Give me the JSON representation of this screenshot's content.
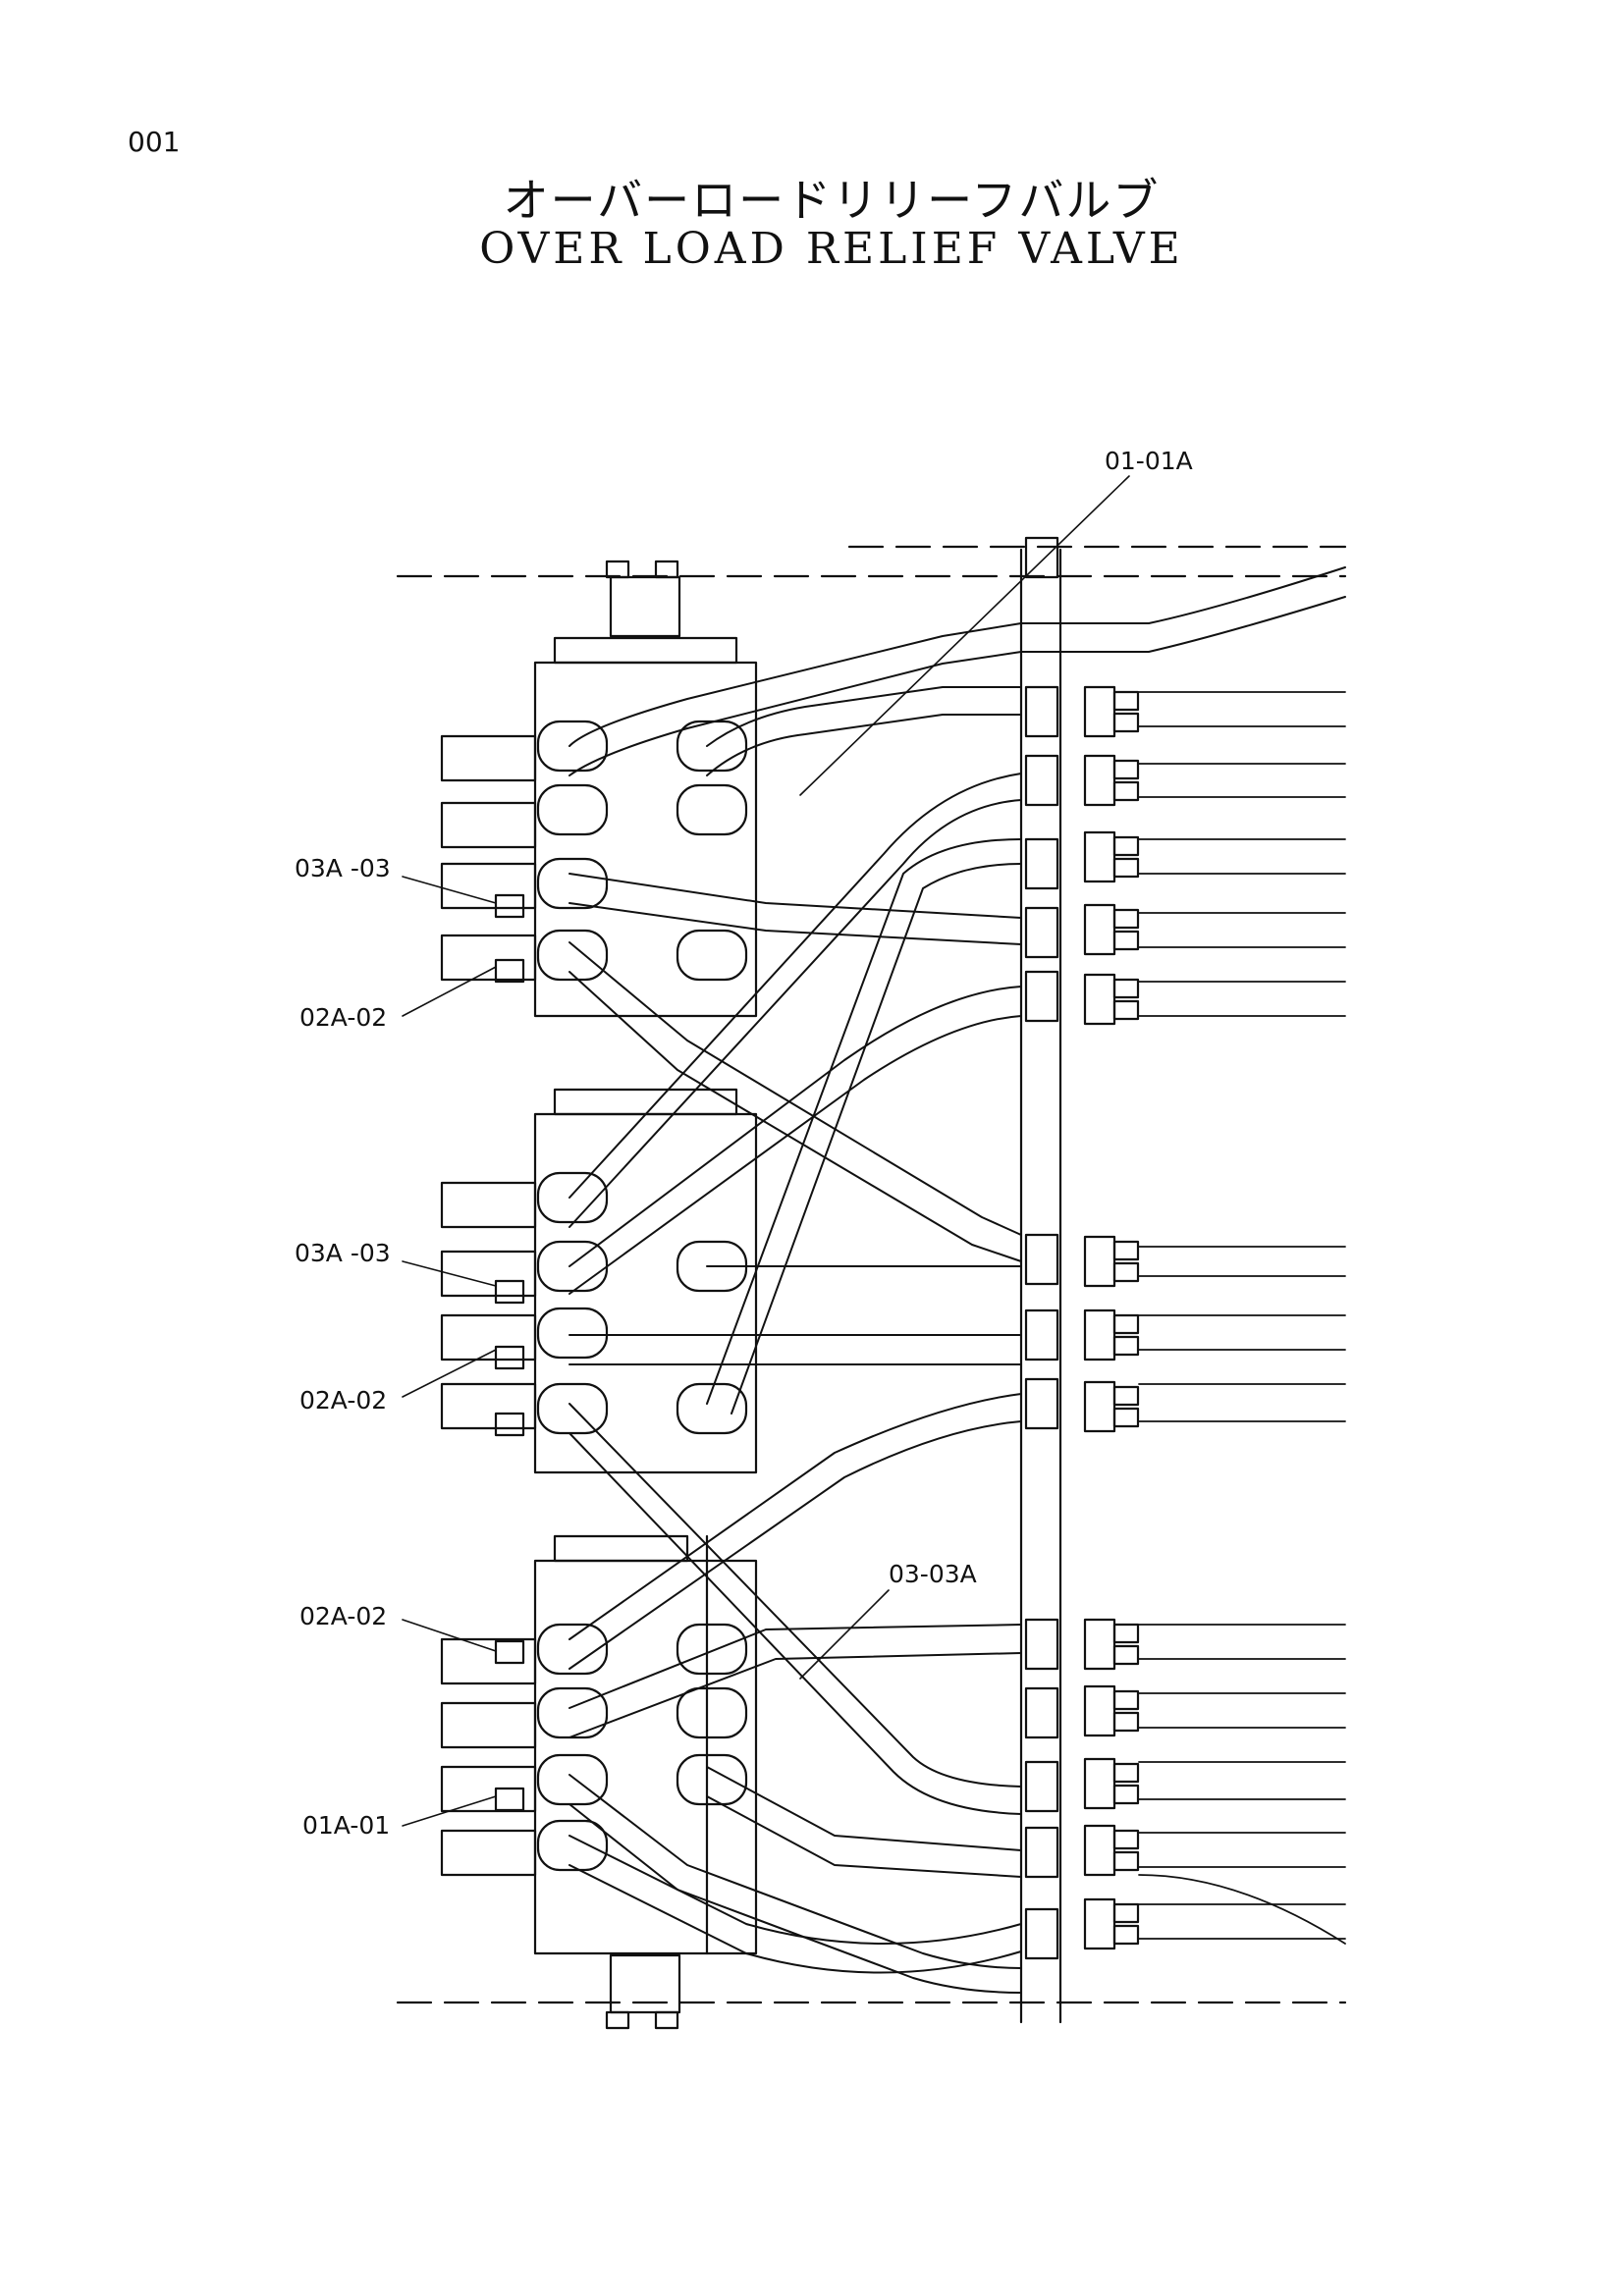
{
  "page": {
    "number": "001"
  },
  "title": {
    "japanese": "オーバーロードリリーフバルブ",
    "english": "OVER  LOAD  RELIEF  VALVE"
  },
  "callouts": {
    "top_right": "01-01A",
    "upper_left_1": "03A -03",
    "upper_left_2": "02A-02",
    "middle_left_1": "03A -03",
    "middle_left_2": "02A-02",
    "lower_left_1": "02A-02",
    "lower_left_2": "01A-01",
    "lower_center": "03-03A"
  }
}
